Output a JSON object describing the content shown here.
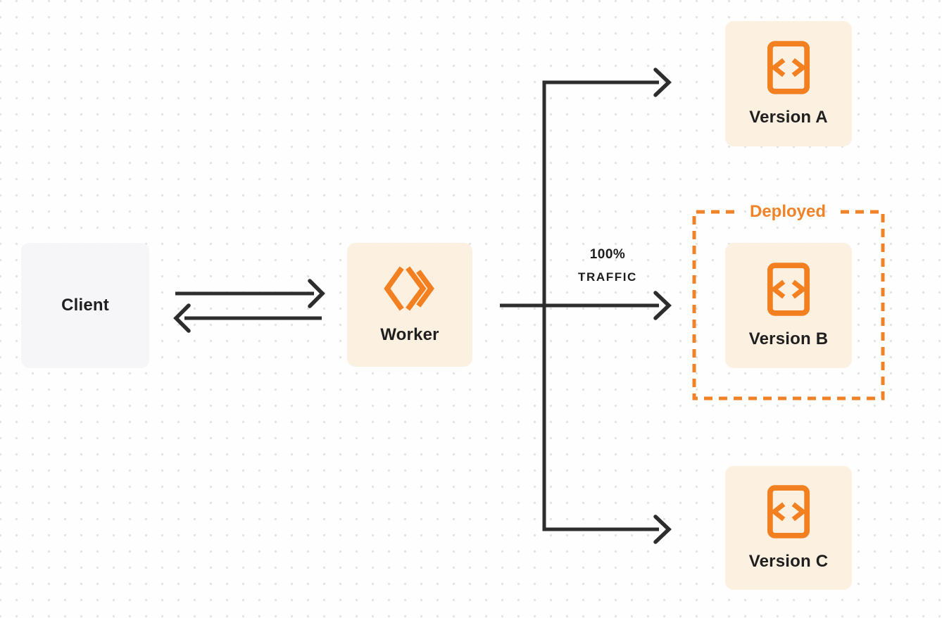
{
  "diagram": {
    "client": {
      "label": "Client"
    },
    "worker": {
      "label": "Worker"
    },
    "versions": {
      "a": {
        "label": "Version A"
      },
      "b": {
        "label": "Version B"
      },
      "c": {
        "label": "Version C"
      }
    },
    "deployed_label": "Deployed",
    "traffic": {
      "percent": "100%",
      "word": "TRAFFIC"
    }
  },
  "icons": {
    "worker": "workers-logo-icon",
    "version": "code-file-icon"
  },
  "colors": {
    "accent_orange": "#f38020",
    "deployed_orange": "#f08327",
    "version_box_bg": "#fcf0e1",
    "client_box_bg": "#f6f6f8",
    "arrow_line": "#2d2d2d",
    "text_dark": "#1f1f1f",
    "grid_dot": "#e3e3e3",
    "page_bg": "#fefefe"
  }
}
